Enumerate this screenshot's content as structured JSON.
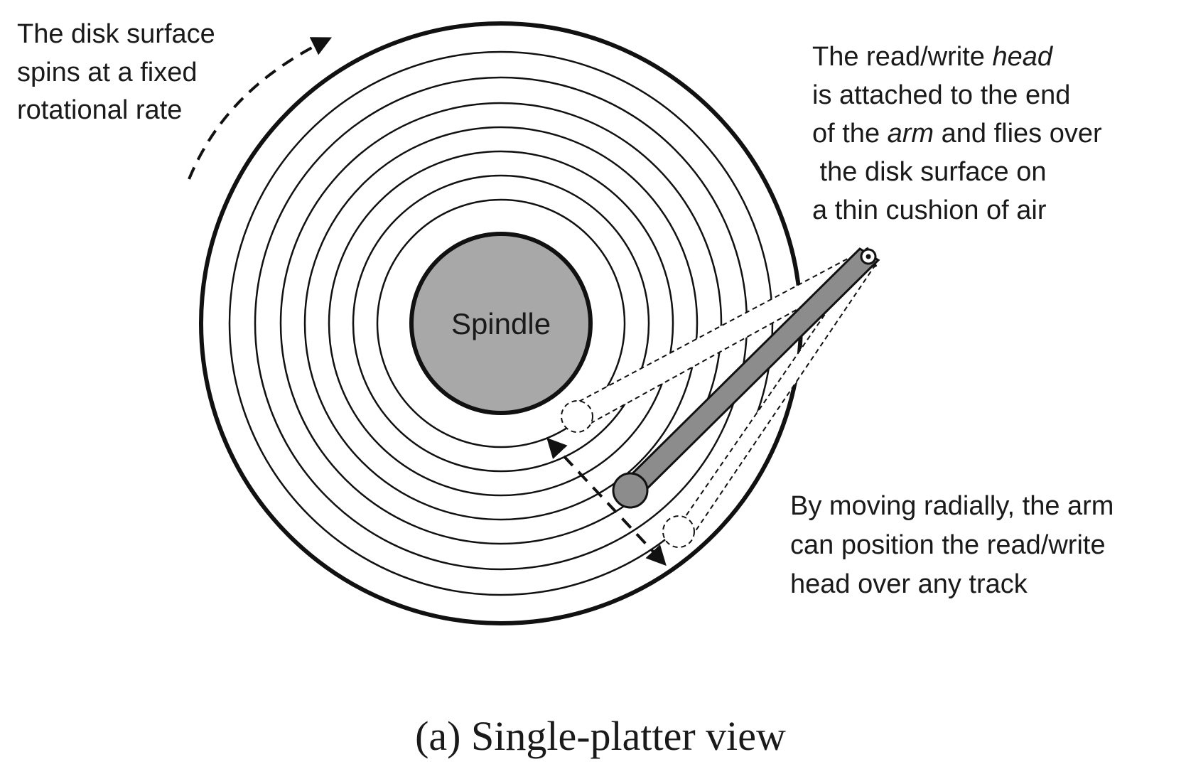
{
  "spin_note": {
    "lines": [
      "The disk surface",
      "spins at a fixed",
      "rotational rate"
    ]
  },
  "head_note": {
    "line1_pre": "The read/write ",
    "line1_em": "head",
    "line2": "is attached to the end",
    "line3_pre": "of the ",
    "line3_em": "arm",
    "line3_post": " and flies over",
    "line4": " the disk surface on",
    "line5": "a thin cushion of air"
  },
  "arm_note": {
    "lines": [
      "By moving radially, the arm",
      "can position the read/write",
      "head over any track"
    ]
  },
  "spindle_label": "Spindle",
  "caption": "(a) Single-platter view",
  "colors": {
    "ink": "#111111",
    "spindle_fill": "#a8a8a8",
    "arm_fill": "#8c8c8c"
  }
}
